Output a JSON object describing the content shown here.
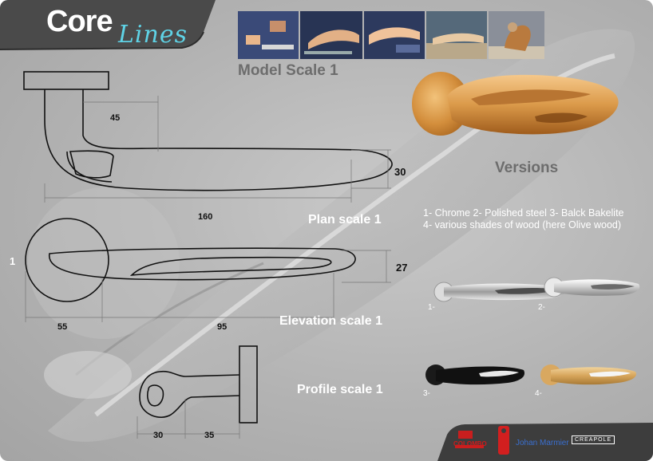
{
  "logo": {
    "word1": "Core",
    "word2": "Lines"
  },
  "model": {
    "title": "Model Scale 1"
  },
  "versions": {
    "title": "Versions",
    "line1": "1- Chrome 2- Polished steel 3- Balck Bakelite",
    "line2": "4- various shades of wood (here Olive wood)",
    "items": [
      "1-",
      "2-",
      "3-",
      "4-"
    ]
  },
  "plan": {
    "title": "Plan scale 1",
    "dims": [
      "45",
      "30",
      "160"
    ]
  },
  "elevation": {
    "title": "Elevation scale 1",
    "dims": [
      "1",
      "27",
      "55",
      "95"
    ]
  },
  "profile": {
    "title": "Profile scale 1",
    "dims": [
      "30",
      "35"
    ]
  },
  "footer": {
    "colombo": "COLOMBO",
    "marmier": "Johan Marmier",
    "creapole": "CREAPOLE"
  },
  "colors": {
    "accent": "#5fd3e6",
    "dark": "#3a3a3a",
    "wood": "#d9963e"
  }
}
